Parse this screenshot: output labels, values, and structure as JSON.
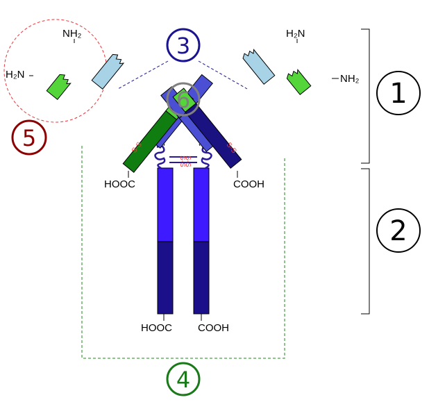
{
  "labels": {
    "nh2": "NH₂",
    "h2n": "H₂N",
    "cooh": "COOH",
    "hooc": "HOOC",
    "ss": "S-S"
  },
  "markers": {
    "m1": "1",
    "m2": "2",
    "m3": "3",
    "m4": "4",
    "m5": "5",
    "m6": "6"
  },
  "colors": {
    "heavy_variable": "#4a4fd4",
    "heavy_constant_ch1": "#1a1280",
    "hinge": "#2a1a9a",
    "heavy_fc_upper": "#3d1aff",
    "heavy_fc_lower": "#1b0f8a",
    "light_variable_left": "#54d63a",
    "light_constant_left": "#0f7d0f",
    "light_variable_right": "#a8d3e6",
    "disulfide": "#ff3b3b",
    "marker_1_2": "#000000",
    "marker_3": "#1a1490",
    "marker_4": "#1a7a1a",
    "marker_5": "#8b0000",
    "marker_6": "#808080"
  }
}
